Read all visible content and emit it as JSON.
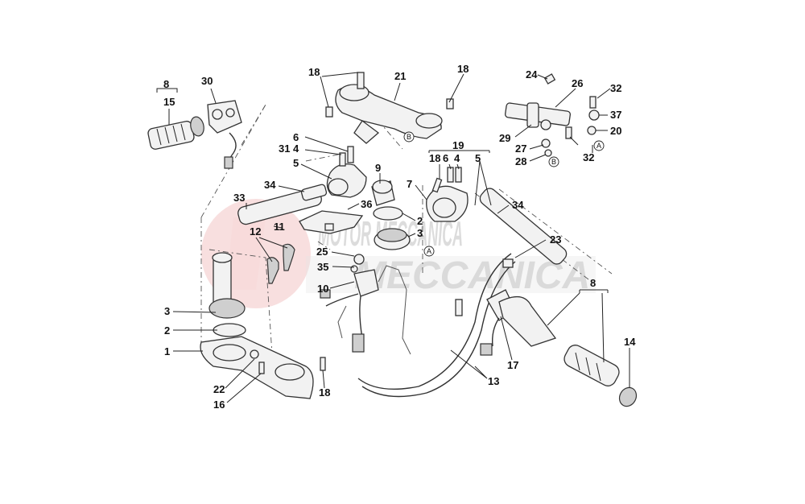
{
  "diagram": {
    "watermark": "MOTOR MECCANICA",
    "labels": {
      "l8a": "8",
      "l15": "15",
      "l30": "30",
      "l18a": "18",
      "l21": "21",
      "l18b": "18",
      "l24": "24",
      "l26": "26",
      "l32a": "32",
      "l37": "37",
      "l20": "20",
      "l29": "29",
      "l27": "27",
      "l28": "28",
      "l32b": "32",
      "l6a": "6",
      "l4a": "4",
      "l31": "31",
      "l5a": "5",
      "l9": "9",
      "l19": "19",
      "l18c": "18",
      "l6b": "6",
      "l4b": "4",
      "l5b": "5",
      "l7": "7",
      "l34a": "34",
      "l34b": "34",
      "l33": "33",
      "l36": "36",
      "l2a": "2",
      "l3a": "3",
      "l11": "11",
      "l12": "12",
      "l23": "23",
      "l25": "25",
      "l35": "35",
      "l10": "10",
      "l8b": "8",
      "l3b": "3",
      "l2b": "2",
      "l1": "1",
      "l14": "14",
      "l17": "17",
      "l13": "13",
      "l22": "22",
      "l16": "16",
      "l18d": "18"
    },
    "markers": {
      "a": "A",
      "b": "B"
    }
  }
}
